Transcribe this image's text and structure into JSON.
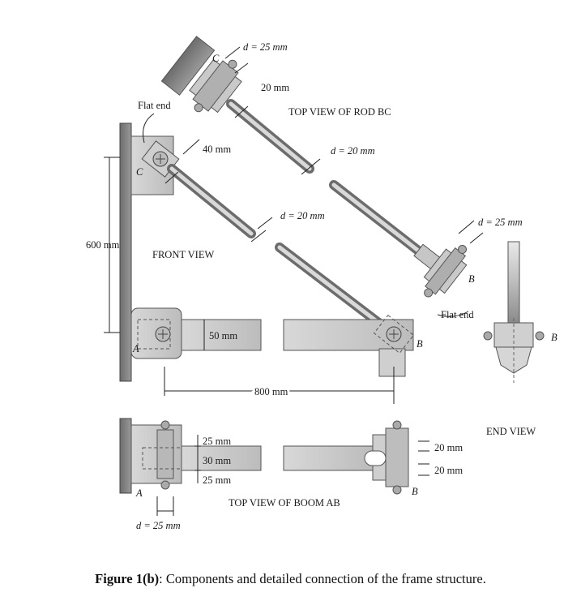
{
  "labels": {
    "d25_top": "d = 25 mm",
    "c_top": "C",
    "d20_top": "20 mm",
    "flat_end_top": "Flat end",
    "top_view_rod_title": "TOP VIEW OF ROD BC",
    "c_front": "C",
    "d40": "40 mm",
    "d20_rod_top": "d = 20 mm",
    "d20_rod_front": "d = 20 mm",
    "d25_right": "d = 25 mm",
    "b_rod_end": "B",
    "d600": "600 mm",
    "front_view": "FRONT VIEW",
    "flat_end_right": "Flat end",
    "a_front": "A",
    "d50": "50 mm",
    "b_front": "B",
    "b_end": "B",
    "d800": "800 mm",
    "end_view": "END VIEW",
    "d25a": "25 mm",
    "d30": "30 mm",
    "d25b": "25 mm",
    "d20a": "20 mm",
    "d20b": "20 mm",
    "a_boom": "A",
    "b_boom": "B",
    "top_view_boom": "TOP VIEW OF BOOM AB",
    "d25_bottom": "d = 25 mm"
  },
  "caption": {
    "bold": "Figure 1(b)",
    "rest": ": Components and detailed connection of the frame structure."
  }
}
